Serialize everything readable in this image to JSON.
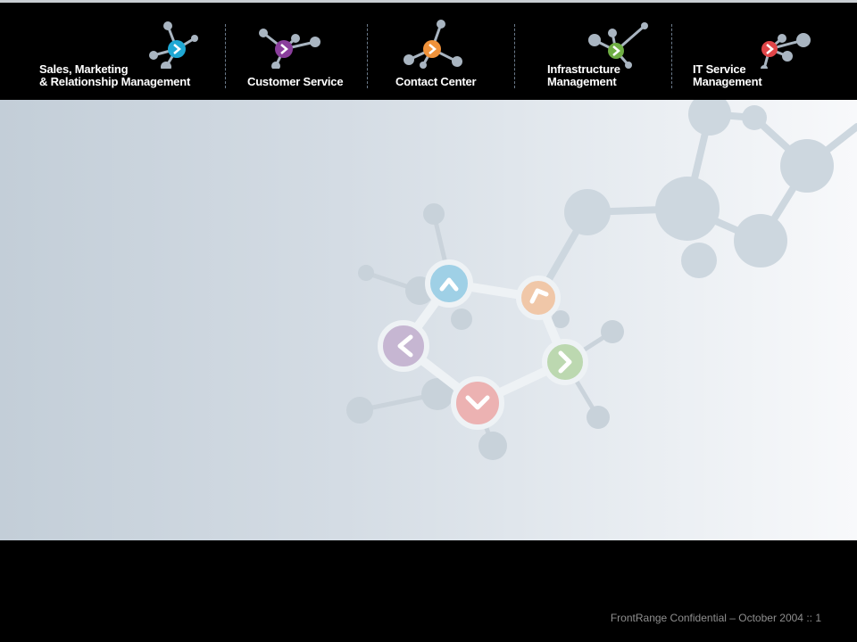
{
  "header": {
    "categories": [
      {
        "label_line1": "Sales, Marketing",
        "label_line2": "& Relationship Management",
        "icon": "network-node-icon",
        "accent": "#1fa8d4"
      },
      {
        "label_line1": "Customer Service",
        "label_line2": "",
        "icon": "network-node-icon",
        "accent": "#8a3e9c"
      },
      {
        "label_line1": "Contact Center",
        "label_line2": "",
        "icon": "network-node-icon",
        "accent": "#f0923a"
      },
      {
        "label_line1": "Infrastructure",
        "label_line2": "Management",
        "icon": "network-node-icon",
        "accent": "#6fae44"
      },
      {
        "label_line1": "IT Service",
        "label_line2": "Management",
        "icon": "network-node-icon",
        "accent": "#e04548"
      }
    ],
    "node_color": "#a9b5c1"
  },
  "main": {
    "illustration": "molecule-network-icon",
    "colors": {
      "node": "#c3d0da",
      "cyan": "#9fd0e6",
      "orange": "#f0c7a8",
      "purple": "#c6b6d2",
      "green": "#bcd8b0",
      "red": "#ecb2b2"
    }
  },
  "footer": {
    "text": "FrontRange Confidential – October 2004 :: 1"
  }
}
